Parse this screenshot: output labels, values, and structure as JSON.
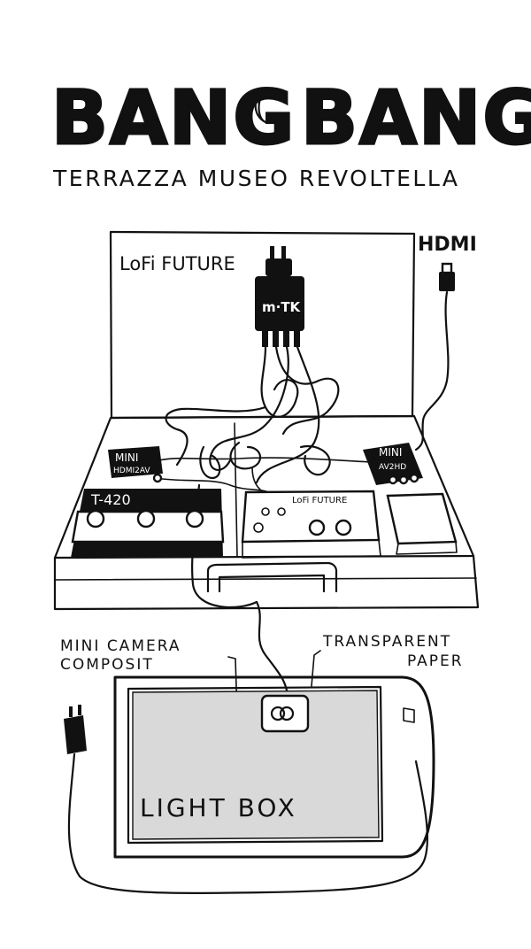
{
  "title": {
    "left": "BANG",
    "right": "BANG",
    "subtitle": "TERRAZZA MUSEO REVOLTELLA",
    "moon_icon": "crescent-moon-icon"
  },
  "suitcase": {
    "lid_label": "LoFi FUTURE",
    "hdmi_label": "HDMI",
    "hub_label": "m·TK",
    "mini_left_label_1": "MINI",
    "mini_left_label_2": "HDMI2AV",
    "mini_right_label_1": "MINI",
    "mini_right_label_2": "AV2HD",
    "synth_label": "T-420",
    "lofi_box_label": "LoFi FUTURE"
  },
  "lightbox": {
    "camera_label_1": "MINI CAMERA",
    "camera_label_2": "COMPOSIT",
    "paper_label_1": "TRANSPARENT",
    "paper_label_2": "PAPER",
    "box_label": "LIGHT BOX"
  },
  "colors": {
    "ink": "#111111",
    "paper": "#ffffff",
    "lightbox_fill": "#d9d9d9"
  }
}
